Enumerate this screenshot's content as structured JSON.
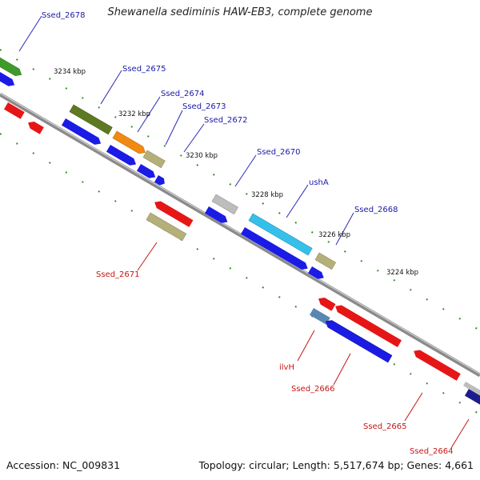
{
  "header": {
    "title": "Shewanella sediminis HAW-EB3, complete genome"
  },
  "footer": {
    "accession": "Accession: NC_009831",
    "summary": "Topology: circular; Length: 5,517,674 bp; Genes: 4,661"
  },
  "scale_ticks": [
    "3234 kbp",
    "3232 kbp",
    "3230 kbp",
    "3228 kbp",
    "3226 kbp",
    "3224 kbp"
  ],
  "gene_labels": {
    "Ssed_2678": "Ssed_2678",
    "Ssed_2675": "Ssed_2675",
    "Ssed_2674": "Ssed_2674",
    "Ssed_2673": "Ssed_2673",
    "Ssed_2672": "Ssed_2672",
    "Ssed_2670": "Ssed_2670",
    "ushA": "ushA",
    "Ssed_2668": "Ssed_2668",
    "Ssed_2671": "Ssed_2671",
    "ilvH": "ilvH",
    "Ssed_2666": "Ssed_2666",
    "Ssed_2665": "Ssed_2665",
    "Ssed_2664": "Ssed_2664"
  },
  "colors": {
    "green": "#3f9a2c",
    "olive": "#5d7a22",
    "orange": "#f08a10",
    "khaki": "#b5b07a",
    "gray": "#bdbdbd",
    "cyan": "#35c0ea",
    "blue": "#1b1be6",
    "red": "#e61616",
    "steelblue": "#5a86b3",
    "navy": "#1c1c8c",
    "axis": "#888888",
    "dots": "#2f8a22"
  }
}
